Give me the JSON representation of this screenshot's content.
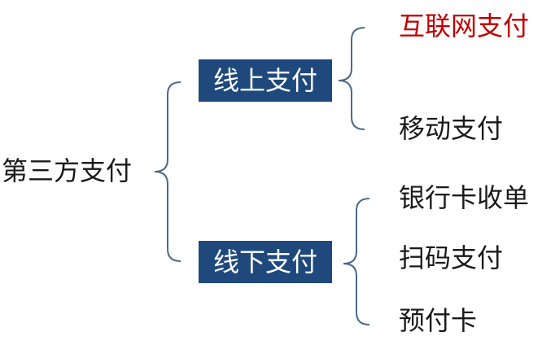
{
  "root": {
    "label": "第三方支付"
  },
  "branches": [
    {
      "label": "线上支付",
      "children": [
        {
          "label": "互联网支付",
          "highlight": true
        },
        {
          "label": "移动支付",
          "highlight": false
        }
      ]
    },
    {
      "label": "线下支付",
      "children": [
        {
          "label": "银行卡收单",
          "highlight": false
        },
        {
          "label": "扫码支付",
          "highlight": false
        },
        {
          "label": "预付卡",
          "highlight": false
        }
      ]
    }
  ],
  "colors": {
    "box_fill": "#1f497d",
    "box_text": "#ffffff",
    "bracket": "#4a6a8a",
    "text": "#1a1a1a",
    "highlight_text": "#c00000"
  }
}
